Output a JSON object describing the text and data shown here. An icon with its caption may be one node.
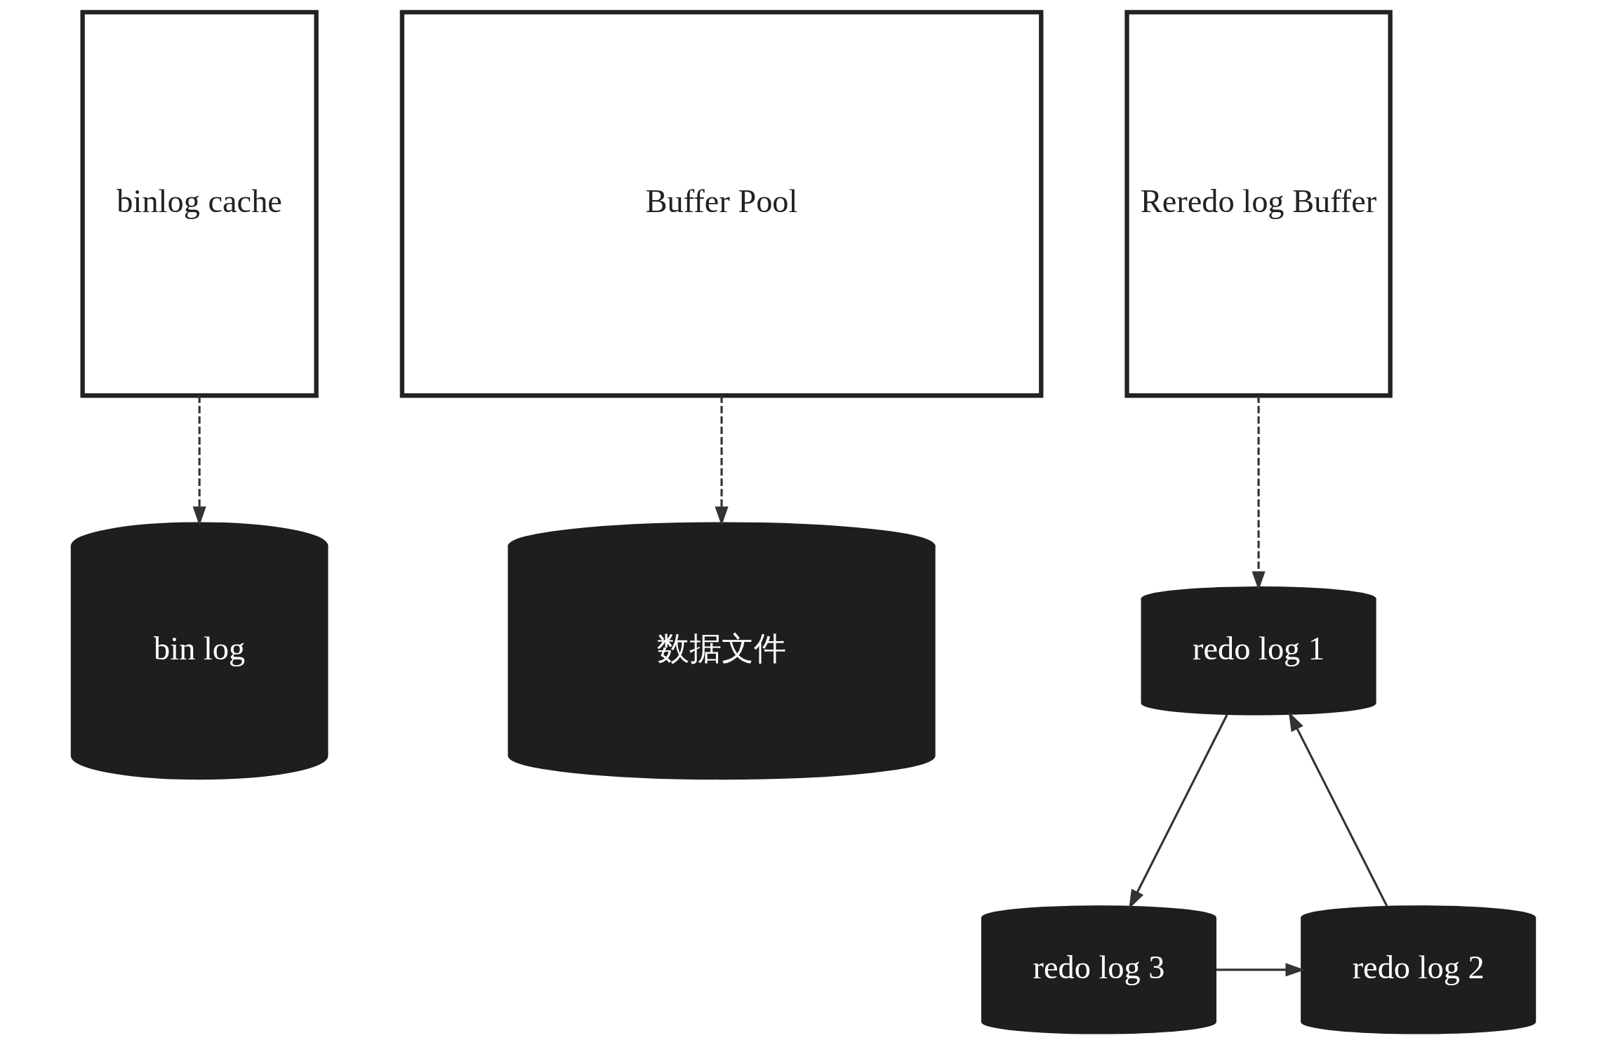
{
  "diagram": {
    "nodes": [
      {
        "text": [
          "binlog cache"
        ]
      },
      {
        "text": [
          "Buffer Pool"
        ]
      },
      {
        "text": [
          "Reredo log Buffer"
        ]
      },
      {
        "text": [
          "bin log"
        ]
      },
      {
        "text": [
          "数据文件"
        ]
      },
      {
        "text": [
          "redo log 1"
        ]
      },
      {
        "text": [
          "redo log 2"
        ]
      },
      {
        "text": [
          "redo log 3"
        ]
      }
    ],
    "edges": [
      {
        "from": 0,
        "to": 3,
        "arrow": "to",
        "style": "dashed"
      },
      {
        "from": 1,
        "to": 4,
        "arrow": "to",
        "style": "dashed"
      },
      {
        "from": 2,
        "to": 5,
        "arrow": "to",
        "style": "dashed"
      },
      {
        "from": 6,
        "to": 5,
        "arrow": "to"
      },
      {
        "from": 5,
        "to": 7,
        "arrow": "to"
      },
      {
        "from": 7,
        "to": 6,
        "arrow": "to"
      }
    ]
  }
}
